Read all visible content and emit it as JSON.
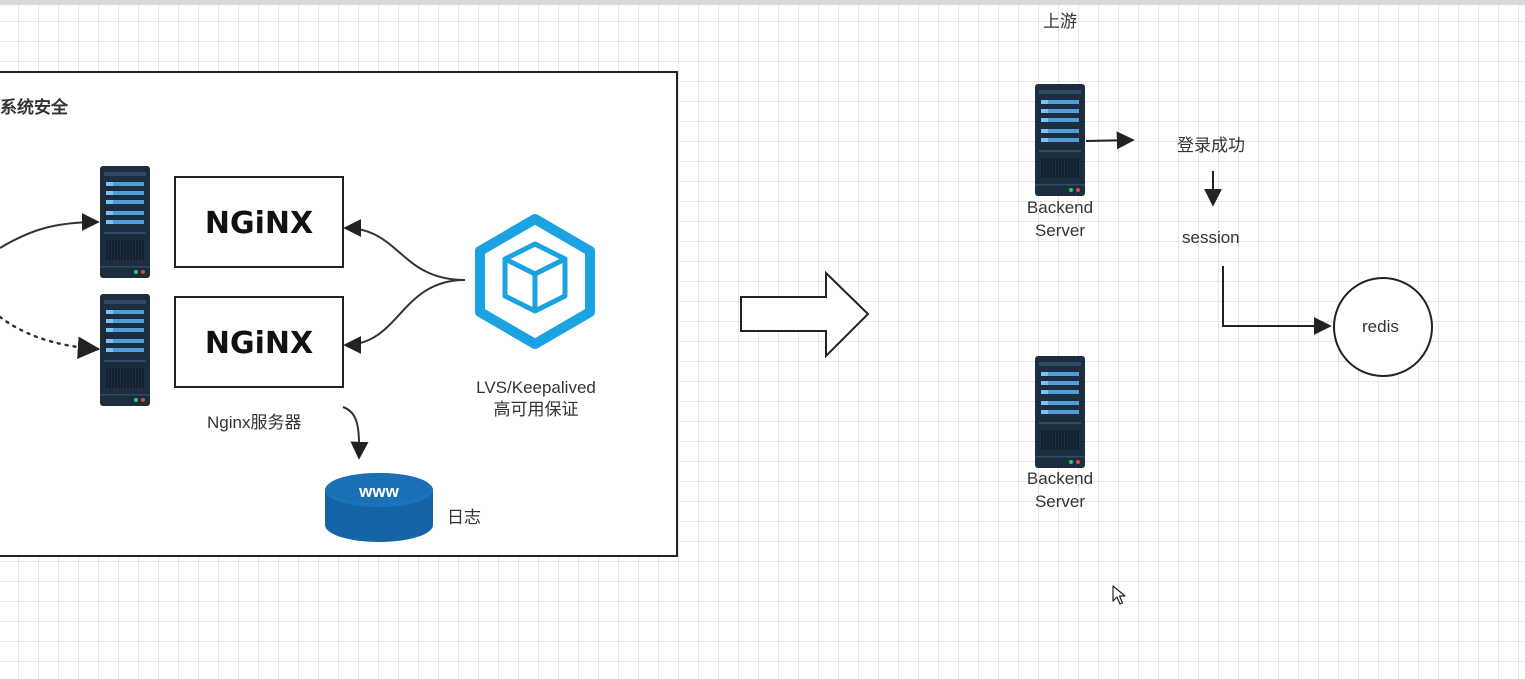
{
  "left_panel": {
    "title": "系统安全",
    "nginx_logo_text": "NGiNX",
    "nginx_label": "Nginx服务器",
    "lvs_label_line1": "LVS/Keepalived",
    "lvs_label_line2": "高可用保证",
    "db_text": "www",
    "log_label": "日志"
  },
  "right_panel": {
    "upstream_label": "上游",
    "backend_label_line1": "Backend",
    "backend_label_line2": "Server",
    "login_label": "登录成功",
    "session_label": "session",
    "redis_label": "redis"
  },
  "colors": {
    "server_body": "#1c2d3f",
    "server_slot": "#4f9ed8",
    "nginx_text": "#111111",
    "lvs_icon": "#1aa3e0",
    "db_blue": "#1565a6"
  }
}
